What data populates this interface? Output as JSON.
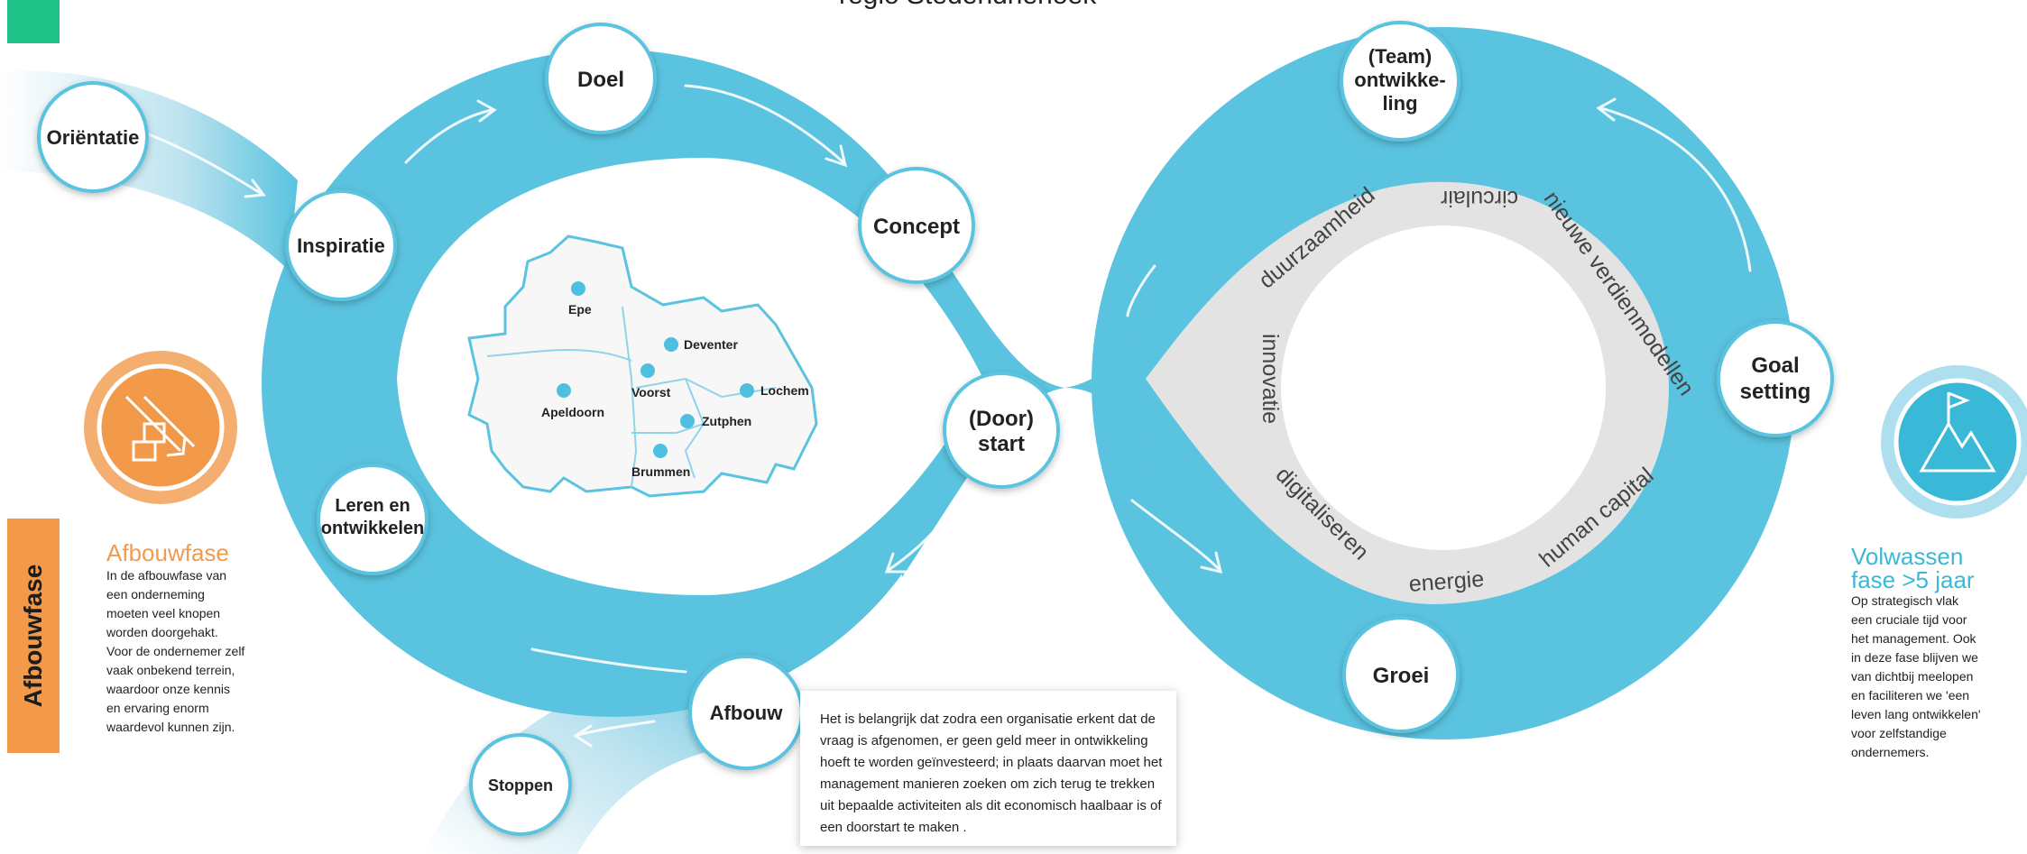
{
  "header": {
    "caption": "regio Stedendriehoek",
    "accent_color": "#1fc38a"
  },
  "colors": {
    "band": "#5ac3df",
    "band_light": "#a9dcec",
    "ring_grey": "#e3e3e3",
    "orange": "#f39a4a",
    "teal_text": "#3ab8d8",
    "node_border": "#5ac3df"
  },
  "nodes": {
    "orientatie": "Oriëntatie",
    "inspiratie": "Inspiratie",
    "doel": "Doel",
    "concept": "Concept",
    "leren": [
      "Leren en",
      "ontwikkelen"
    ],
    "doorstart": [
      "(Door)",
      "start"
    ],
    "afbouw": "Afbouw",
    "stoppen": "Stoppen",
    "team": [
      "(Team)",
      "ontwikke-",
      "ling"
    ],
    "goal": [
      "Goal",
      "setting"
    ],
    "groei": "Groei"
  },
  "ring_words": [
    "duurzaamheid",
    "circulair",
    "nieuwe verdienmodellen",
    "innovatie",
    "digitaliseren",
    "energie",
    "human capital"
  ],
  "map": {
    "towns": [
      {
        "name": "Epe"
      },
      {
        "name": "Deventer"
      },
      {
        "name": "Apeldoorn"
      },
      {
        "name": "Voorst"
      },
      {
        "name": "Lochem"
      },
      {
        "name": "Zutphen"
      },
      {
        "name": "Brummen"
      }
    ],
    "dot_color": "#4fbfe0"
  },
  "left_panel": {
    "icon": "boxes-down-arrow-icon",
    "title": "Afbouwfase",
    "body": [
      "In de afbouwfase van",
      "een onderneming",
      "moeten veel knopen",
      "worden doorgehakt.",
      "Voor de ondernemer zelf",
      "vaak onbekend terrein,",
      "waardoor onze kennis",
      "en ervaring enorm",
      "waardevol kunnen zijn."
    ],
    "tab_label": "Afbouwfase"
  },
  "right_panel": {
    "icon": "mountain-flag-icon",
    "title": [
      "Volwassen",
      "fase >5 jaar"
    ],
    "body": [
      "Op strategisch vlak",
      "een cruciale tijd voor",
      "het management. Ook",
      "in deze fase blijven we",
      "van dichtbij meelopen",
      "en faciliteren we 'een",
      "leven lang ontwikkelen'",
      "voor zelfstandige",
      "ondernemers."
    ]
  },
  "infobox": {
    "text": "Het is belangrijk dat zodra een organisatie erkent dat de vraag is afgenomen, er geen geld meer in ontwikkeling hoeft te worden geïnvesteerd; in plaats daarvan moet het management manieren zoeken om zich terug te trekken uit bepaalde activiteiten als dit economisch haalbaar is of een doorstart te maken ."
  }
}
